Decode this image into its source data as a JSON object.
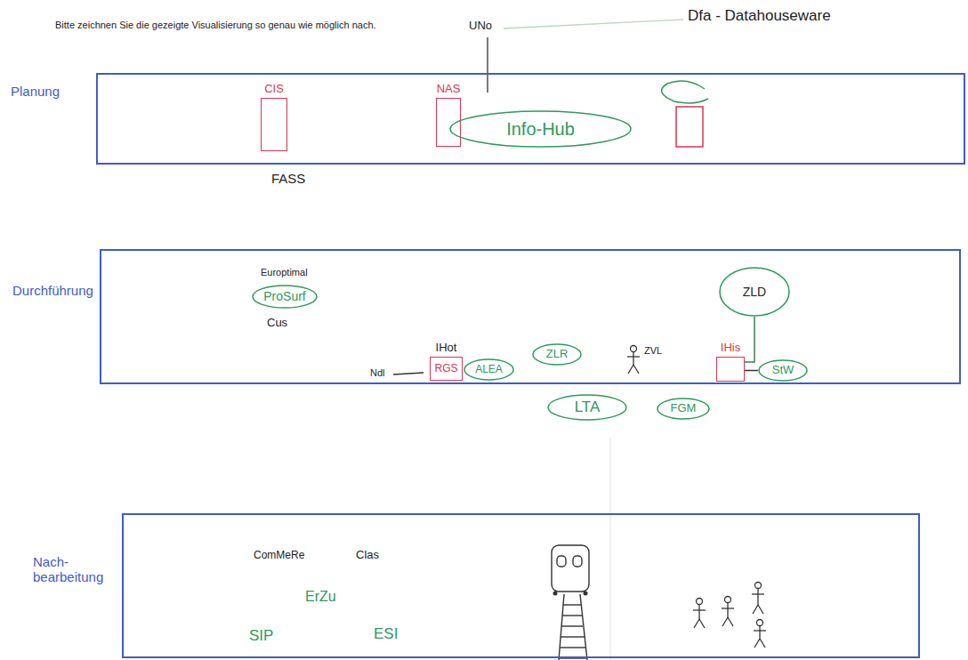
{
  "diagram": {
    "nodes": [
      {
        "text": [
          "Planung"
        ]
      },
      {
        "text": [
          "CIS"
        ],
        "in": 0
      },
      {
        "text": [
          "NAS"
        ],
        "in": 0
      },
      {
        "text": [
          "Info-Hub"
        ],
        "in": 0
      },
      {
        "text": [
          "Durchführung"
        ]
      },
      {
        "text": [
          "ProSurf"
        ],
        "in": 4
      },
      {
        "text": [
          "ZLD"
        ],
        "in": 4
      },
      {
        "text": [
          "ZLR"
        ],
        "in": 4
      },
      {
        "text": [
          "IHot",
          "RGS"
        ],
        "in": 4
      },
      {
        "text": [
          "ALEA"
        ],
        "in": 4
      },
      {
        "text": [
          "IHis"
        ],
        "in": 4
      },
      {
        "text": [
          "StW"
        ],
        "in": 4
      },
      {
        "text": [
          "LTA"
        ],
        "in": 4
      },
      {
        "text": [
          "FGM"
        ],
        "in": 4
      },
      {
        "text": [
          "Nach- bearbeitung"
        ]
      }
    ],
    "edges": [
      {
        "from": 6,
        "to": 10,
        "arrow": "none"
      },
      {
        "from": 10,
        "to": 11,
        "arrow": "none"
      }
    ],
    "labels": [
      "Bitte zeichnen Sie die gezeigte Visualisierung so genau wie möglich nach.",
      "UNo",
      "Dfa - Datahouseware",
      "FASS",
      "Europtimal",
      "Cus",
      "Ndl",
      "ZVL",
      "ComMeRe",
      "Clas",
      "ErZu",
      "SIP",
      "ESI"
    ]
  }
}
